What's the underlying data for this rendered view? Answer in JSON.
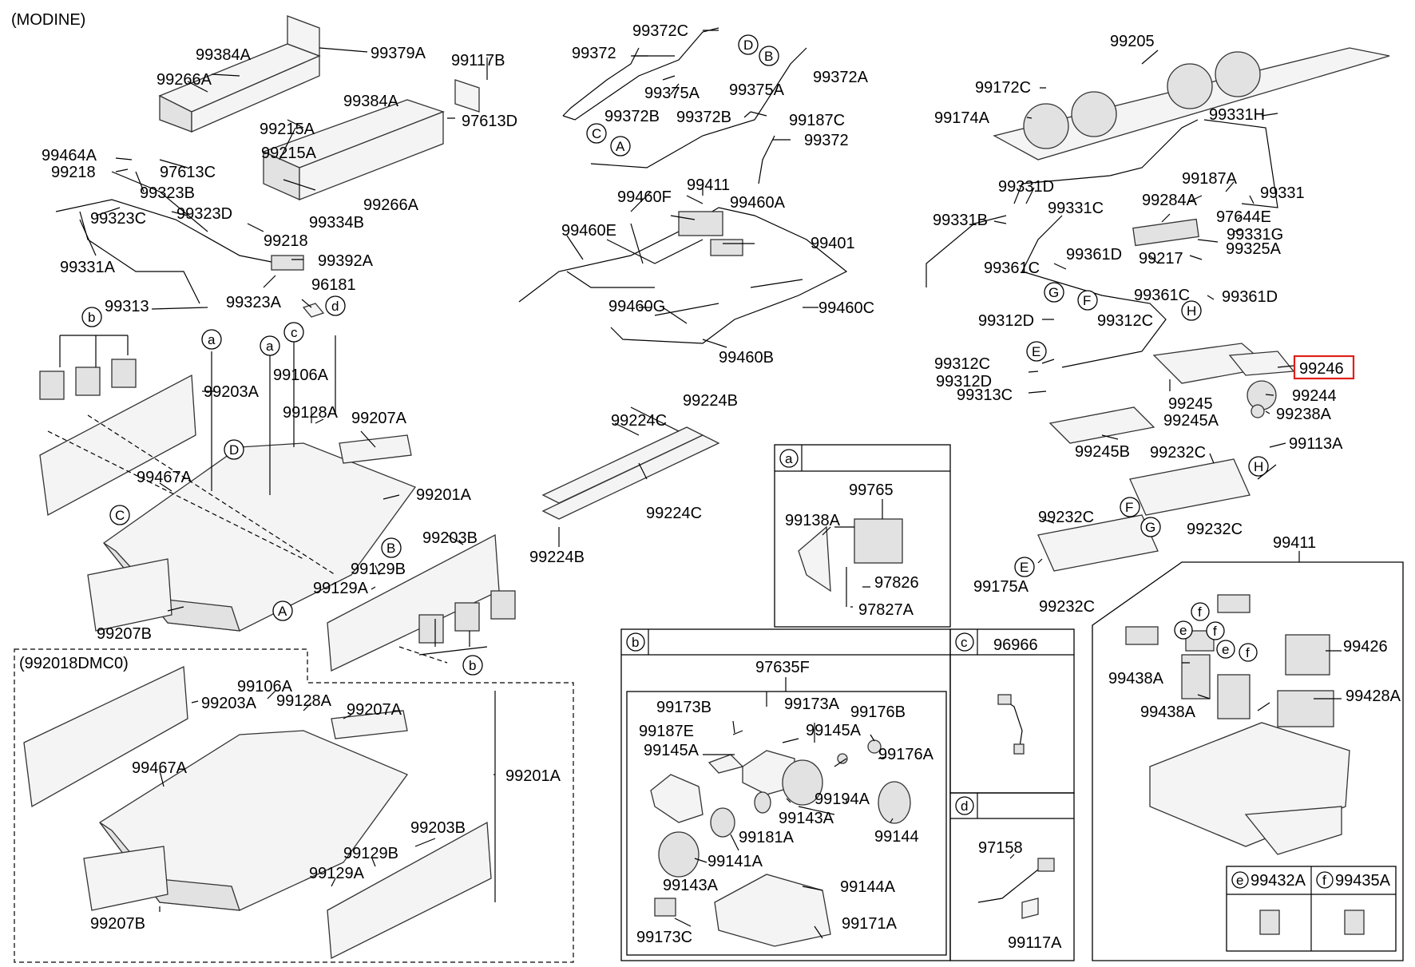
{
  "header": {
    "variant_modine": "(MODINE)",
    "variant_dmc": "(992018DMC0)"
  },
  "labels": {
    "p99384A_1": "99384A",
    "p99379A": "99379A",
    "p99266A_1": "99266A",
    "p99117B": "99117B",
    "p99215A_1": "99215A",
    "p99384A_2": "99384A",
    "p97613D": "97613D",
    "p99464A": "99464A",
    "p99218_1": "99218",
    "p97613C": "97613C",
    "p99215A_2": "99215A",
    "p99323B": "99323B",
    "p99266A_2": "99266A",
    "p99323C": "99323C",
    "p99323D": "99323D",
    "p99334B": "99334B",
    "p99218_2": "99218",
    "p99331A": "99331A",
    "p99392A": "99392A",
    "p99313": "99313",
    "p99323A": "99323A",
    "p96181": "96181",
    "p99372C": "99372C",
    "p99372_1": "99372",
    "p99372A": "99372A",
    "p99375A_1": "99375A",
    "p99375A_2": "99375A",
    "p99372B_1": "99372B",
    "p99372B_2": "99372B",
    "p99187C": "99187C",
    "p99372_2": "99372",
    "p99411_1": "99411",
    "p99460F": "99460F",
    "p99460A": "99460A",
    "p99460E": "99460E",
    "p99401": "99401",
    "p99460G": "99460G",
    "p99460C": "99460C",
    "p99460B": "99460B",
    "p99205": "99205",
    "p99172C": "99172C",
    "p99174A": "99174A",
    "p99331H": "99331H",
    "p99331D": "99331D",
    "p99187A": "99187A",
    "p99331": "99331",
    "p99284A": "99284A",
    "p99331C": "99331C",
    "p97644E": "97644E",
    "p99331B": "99331B",
    "p99331G": "99331G",
    "p99325A": "99325A",
    "p99361C_1": "99361C",
    "p99361D_1": "99361D",
    "p99217": "99217",
    "p99361C_2": "99361C",
    "p99361D_2": "99361D",
    "p99312D_1": "99312D",
    "p99312C_1": "99312C",
    "p99312C_2": "99312C",
    "p99312D_2": "99312D",
    "p99313C": "99313C",
    "p99246": "99246",
    "p99245": "99245",
    "p99244": "99244",
    "p99245A": "99245A",
    "p99238A": "99238A",
    "p99245B": "99245B",
    "p99113A": "99113A",
    "p99232C_1": "99232C",
    "p99232C_2": "99232C",
    "p99232C_3": "99232C",
    "p99232C_4": "99232C",
    "p99175A": "99175A",
    "p99203A_1": "99203A",
    "p99106A_1": "99106A",
    "p99128A_1": "99128A",
    "p99207A_1": "99207A",
    "p99467A_1": "99467A",
    "p99201A_1": "99201A",
    "p99203B_1": "99203B",
    "p99129B_1": "99129B",
    "p99129A_1": "99129A",
    "p99207B_1": "99207B",
    "p99203A_2": "99203A",
    "p99106A_2": "99106A",
    "p99128A_2": "99128A",
    "p99207A_2": "99207A",
    "p99467A_2": "99467A",
    "p99201A_2": "99201A",
    "p99203B_2": "99203B",
    "p99129B_2": "99129B",
    "p99129A_2": "99129A",
    "p99207B_2": "99207B",
    "p99224B_1": "99224B",
    "p99224C_1": "99224C",
    "p99224C_2": "99224C",
    "p99224B_2": "99224B",
    "p99765": "99765",
    "p99138A": "99138A",
    "p97826": "97826",
    "p97827A": "97827A",
    "p97635F": "97635F",
    "p99173B": "99173B",
    "p99173A": "99173A",
    "p99176B": "99176B",
    "p99187E": "99187E",
    "p99145A_1": "99145A",
    "p99145A_2": "99145A",
    "p99176A": "99176A",
    "p99194A": "99194A",
    "p99143A_1": "99143A",
    "p99181A": "99181A",
    "p99144": "99144",
    "p99141A": "99141A",
    "p99143A_2": "99143A",
    "p99144A": "99144A",
    "p99173C": "99173C",
    "p99171A": "99171A",
    "p96966": "96966",
    "p97158": "97158",
    "p99117A": "99117A",
    "p99411_2": "99411",
    "p99426": "99426",
    "p99438A_1": "99438A",
    "p99428A": "99428A",
    "p99438A_2": "99438A",
    "p99432A": "99432A",
    "p99435A": "99435A"
  },
  "markers": {
    "a": "a",
    "b": "b",
    "c": "c",
    "d": "d",
    "e": "e",
    "f": "f",
    "A": "A",
    "B": "B",
    "C": "C",
    "D": "D",
    "E": "E",
    "F": "F",
    "G": "G",
    "H": "H"
  },
  "highlight": {
    "part": "99246",
    "color": "#e0201a"
  }
}
